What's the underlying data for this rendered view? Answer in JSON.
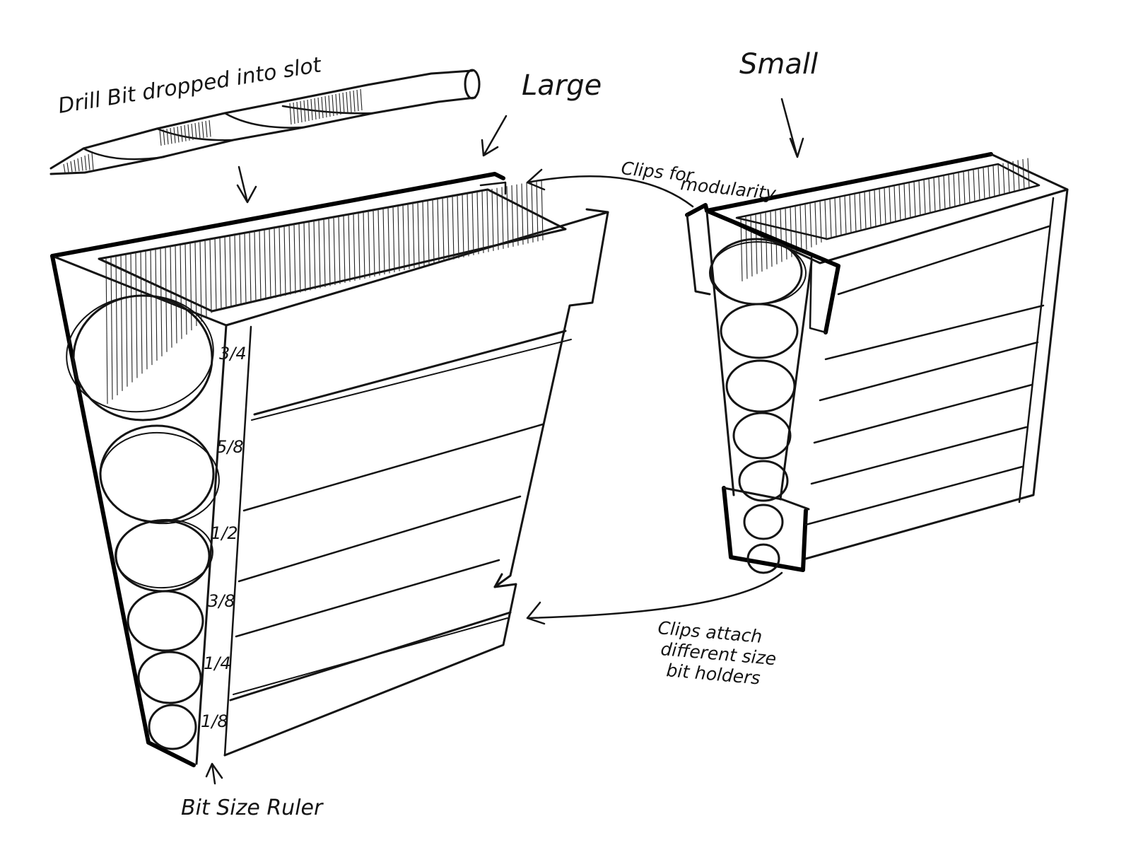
{
  "annotations": {
    "drill_bit": "Drill Bit dropped into slot",
    "large": "Large",
    "small": "Small",
    "clips_modularity_1": "Clips for",
    "clips_modularity_2": "modularity",
    "clips_attach_1": "Clips attach",
    "clips_attach_2": "different size",
    "clips_attach_3": "bit holders",
    "ruler": "Bit Size Ruler"
  },
  "ruler_marks": [
    "3/4",
    "5/8",
    "1/2",
    "3/8",
    "1/4",
    "1/8"
  ],
  "colors": {
    "ink": "#141414",
    "paper": "#ffffff"
  }
}
